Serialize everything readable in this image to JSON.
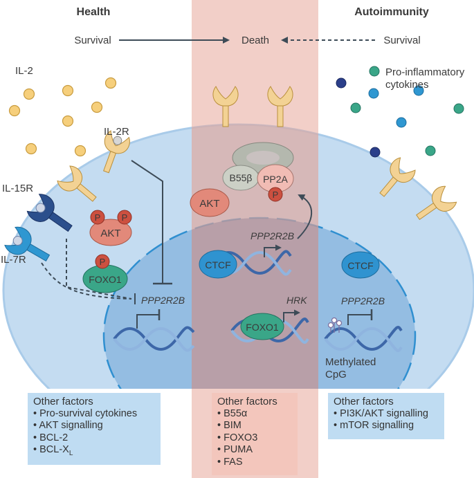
{
  "headings": {
    "health": "Health",
    "autoimmunity": "Autoimmunity"
  },
  "top_flow": {
    "left": "Survival",
    "center": "Death",
    "right": "Survival"
  },
  "labels": {
    "il2": "IL-2",
    "il2r": "IL-2R",
    "il15r": "IL-15R",
    "il7r": "IL-7R",
    "proinflammatory_line1": "Pro-inflammatory",
    "proinflammatory_line2": "cytokines",
    "akt": "AKT",
    "p": "P",
    "foxo1": "FOXO1",
    "ctcf": "CTCF",
    "b55b": "B55β",
    "pp2a": "PP2A",
    "ppp2r2b": "PPP2R2B",
    "hrk": "HRK",
    "methylated_line1": "Methylated",
    "methylated_line2": "CpG"
  },
  "boxes": {
    "health": {
      "title": "Other factors",
      "items": [
        "Pro-survival cytokines",
        "AKT signalling",
        "BCL-2",
        "BCL-X"
      ],
      "subscript": "L"
    },
    "death": {
      "title": "Other factors",
      "items": [
        "B55α",
        "BIM",
        "FOXO3",
        "PUMA",
        "FAS"
      ]
    },
    "autoimmunity": {
      "title": "Other factors",
      "items": [
        "PI3K/AKT signalling",
        "mTOR signalling"
      ]
    }
  },
  "colors": {
    "cell": "#a9cbe9",
    "nucleus": "#86b2db",
    "death_band": "#e8a89b",
    "il2_ball": "#f6cf7c",
    "akt": "#e2897a",
    "phospho": "#cc5040",
    "foxo1": "#3aa688",
    "ctcf": "#2f93d0",
    "receptor_yellow": "#f3d294",
    "receptor_navy": "#2b4f8c",
    "receptor_blue": "#2f97d1",
    "box_blue": "#bfdcf2",
    "box_pink": "#f3c6bc",
    "dna": "#3d67a8"
  }
}
